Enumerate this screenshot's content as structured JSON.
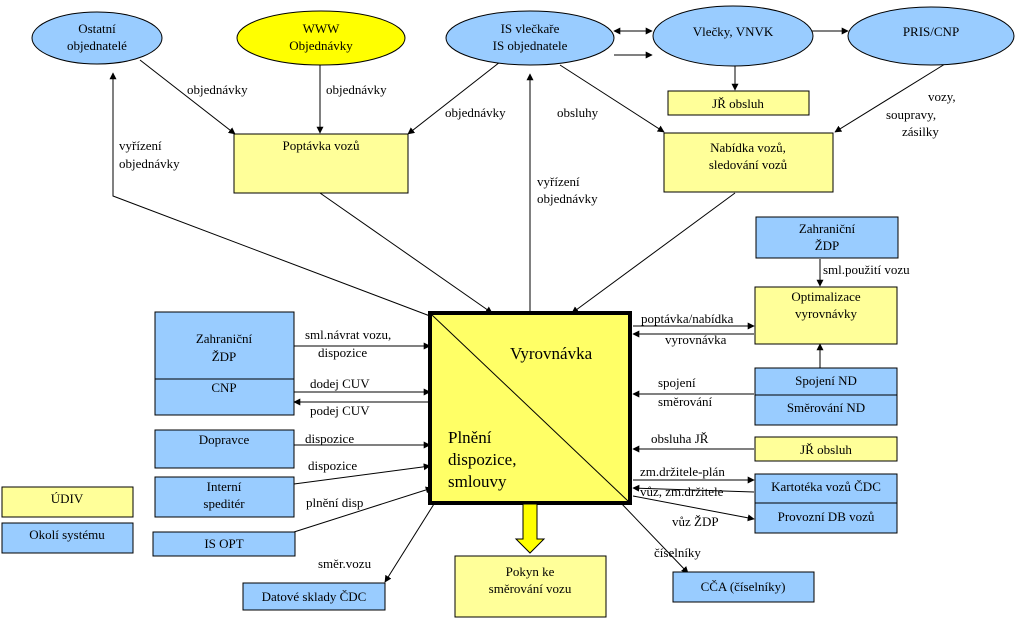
{
  "colors": {
    "blue": "#99ccff",
    "yellow_box": "#ffff99",
    "yellow_ellipse": "#ffff00",
    "center": "#ffff66",
    "arrow_yellow": "#ffff00"
  },
  "ellipses": {
    "ostatni": [
      "Ostatní",
      "objednatelé"
    ],
    "www": [
      "WWW",
      "Objednávky"
    ],
    "is_vleckare": [
      "IS vlečkaře",
      "IS objednatele"
    ],
    "vlecky": [
      "Vlečky, VNVK"
    ],
    "pris": [
      "PRIS/CNP"
    ]
  },
  "boxes": {
    "poptavka": [
      "Poptávka vozů"
    ],
    "nabidka": [
      "Nabídka vozů,",
      "sledování vozů"
    ],
    "jr_obsluh_top": [
      "JŘ obsluh"
    ],
    "zahranicni_zdp_right": [
      "Zahraniční",
      "ŽDP"
    ],
    "optimalizace": [
      "Optimalizace",
      "vyrovnávky"
    ],
    "spojeni_nd": [
      "Spojení ND"
    ],
    "smerovani_nd": [
      "Směrování ND"
    ],
    "jr_obsluh_right": [
      "JŘ obsluh"
    ],
    "kartoteka": [
      "Kartotéka vozů ČDC"
    ],
    "provozni_db": [
      "Provozní DB vozů"
    ],
    "cca": [
      "CČA (číselníky)"
    ],
    "pokyn": [
      "Pokyn ke",
      "směrování vozu"
    ],
    "datove_sklady": [
      "Datové sklady ČDC"
    ],
    "is_opt": [
      "IS OPT"
    ],
    "interni": [
      "Interní",
      "speditér"
    ],
    "dopravce": [
      "Dopravce"
    ],
    "cnp": [
      "CNP"
    ],
    "zahranicni_zdp_left": [
      "Zahraniční",
      "ŽDP"
    ]
  },
  "legend": {
    "udiv": "ÚDIV",
    "okoli": "Okolí systému"
  },
  "center": {
    "vyrovnavka": "Vyrovnávka",
    "plneni": [
      "Plnění",
      "dispozice,",
      "smlouvy"
    ]
  },
  "edge_labels": {
    "objednavky_1": "objednávky",
    "objednavky_2": "objednávky",
    "objednavky_3": "objednávky",
    "obsluhy": "obsluhy",
    "vozy": [
      "vozy,",
      "soupravy,",
      "zásilky"
    ],
    "vyrizeni_left": [
      "vyřízení",
      "objednávky"
    ],
    "vyrizeni_mid": [
      "vyřízení",
      "objednávky"
    ],
    "sml_pouziti": "sml.použití vozu",
    "poptavka_nabidka": "poptávka/nabídka",
    "vyrovnavka": "vyrovnávka",
    "spojeni_smerovani": [
      "spojení",
      "směrování"
    ],
    "obsluha_jr": "obsluha JŘ",
    "zm_drzitele_plan": "zm.držitele-plán",
    "vuz_zm_drzitele": "vůz, zm.držitele",
    "vuz_zdp": "vůz ŽDP",
    "ciselniky": "číselníky",
    "smer_vozu": "směr.vozu",
    "plneni_disp": "plnění disp",
    "dispozice_2": "dispozice",
    "dispozice_1": "dispozice",
    "dodej_cuv": "dodej CUV",
    "podej_cuv": "podej CUV",
    "sml_navrat": [
      "sml.návrat vozu,",
      "dispozice"
    ]
  }
}
